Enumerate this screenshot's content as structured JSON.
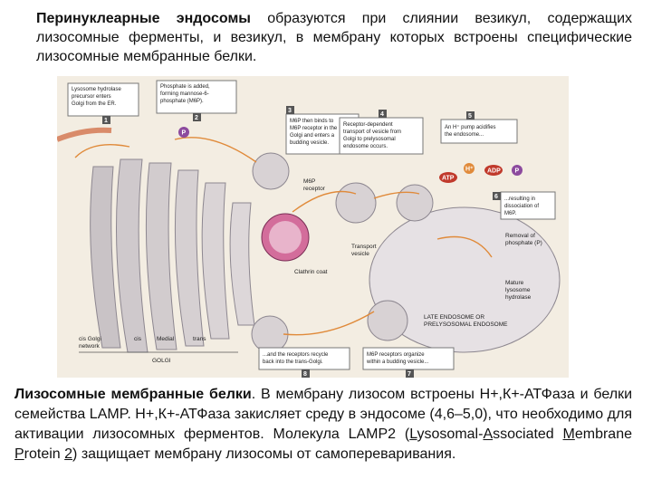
{
  "heading": {
    "term": "Перинуклеарные эндосомы",
    "rest": " образуются при слиянии везикул, содержащих лизосомные ферменты, и везикул, в мембрану которых встроены специфические лизосомные мембранные белки."
  },
  "figure": {
    "steps": [
      {
        "n": "1",
        "text": [
          "Lysosome hydrolase",
          "precursor enters",
          "Golgi from the ER."
        ]
      },
      {
        "n": "2",
        "text": [
          "Phosphate is added,",
          "forming mannose-6-",
          "phosphate (M6P)."
        ]
      },
      {
        "n": "3",
        "text": [
          "M6P then binds to",
          "M6P receptor in the",
          "Golgi and enters a",
          "budding vesicle."
        ]
      },
      {
        "n": "4",
        "text": [
          "Receptor-dependent",
          "transport of vesicle from",
          "Golgi to prelysosomal",
          "endosome occurs."
        ]
      },
      {
        "n": "5",
        "text": [
          "An H⁺ pump acidifies",
          "the endosome..."
        ]
      },
      {
        "n": "6",
        "text": [
          "...resulting in",
          "dissociation of",
          "M6P."
        ]
      },
      {
        "n": "7",
        "text": [
          "M6P receptors organize",
          "within a budding vesicle..."
        ]
      },
      {
        "n": "8",
        "text": [
          "...and the receptors recycle",
          "back into the trans-Golgi."
        ]
      }
    ],
    "labels": {
      "m6p_receptor": [
        "M6P",
        "receptor"
      ],
      "transport_vesicle": [
        "Transport",
        "vesicle"
      ],
      "clathrin_coat": "Clathrin coat",
      "removal_phosphate": [
        "Removal of",
        "phosphate (P)"
      ],
      "mature_hydrolase": [
        "Mature",
        "lysosome",
        "hydrolase"
      ],
      "late_endosome": [
        "LATE ENDOSOME OR",
        "PRELYSOSOMAL ENDOSOME"
      ],
      "cis_golgi": [
        "cis Golgi",
        "network"
      ],
      "cis": "cis",
      "medial": "Medial",
      "trans": "trans",
      "golgi": "GOLGI",
      "atp": "ATP",
      "adp": "ADP",
      "h_plus": "H⁺",
      "p": "P"
    }
  },
  "bottom": {
    "term": "Лизосомные мембранные белки",
    "p1": ". В мембрану лизосом встроены Н+,К+-АТФаза и белки семейства LAMP. Н+,К+-АТФаза закисляет среду в эндосоме (4,6–5,0), что необходимо для активации лизосомных ферментов. Молекула LAMP2 (",
    "l": "L",
    "w1": "ysosomal-",
    "a": "A",
    "w2": "ssociated ",
    "m": "M",
    "w3": "embrane ",
    "p": "P",
    "w4": "rotein ",
    "two": "2",
    "p2": ") защищает мембрану лизосомы от самопереваривания."
  }
}
